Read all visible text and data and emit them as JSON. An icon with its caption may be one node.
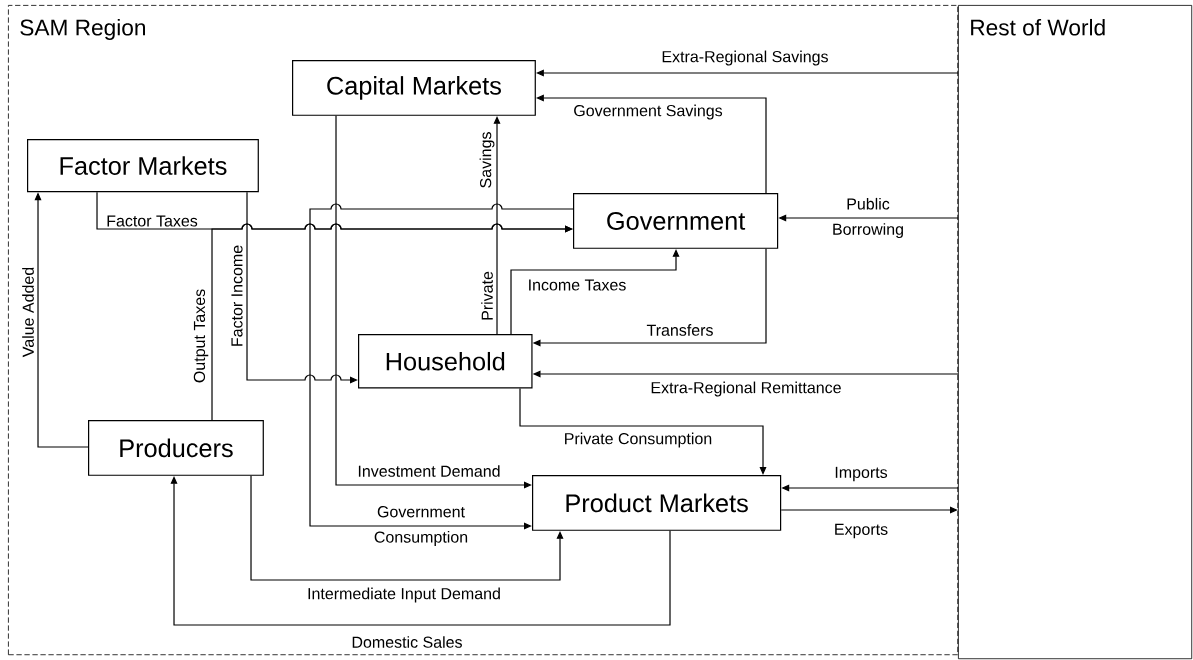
{
  "diagram": {
    "nodes": [
      {
        "text": [
          "SAM Region"
        ]
      },
      {
        "text": [
          "Rest of World"
        ]
      },
      {
        "text": [
          "Capital Markets"
        ],
        "in": 0
      },
      {
        "text": [
          "Factor Markets"
        ],
        "in": 0
      },
      {
        "text": [
          "Government"
        ],
        "in": 0
      },
      {
        "text": [
          "Household"
        ],
        "in": 0
      },
      {
        "text": [
          "Producers"
        ],
        "in": 0
      },
      {
        "text": [
          "Product Markets"
        ],
        "in": 0
      }
    ],
    "edges": [
      {
        "from": 1,
        "to": 2,
        "arrow": "to",
        "label": "Extra-Regional Savings"
      },
      {
        "from": 4,
        "to": 2,
        "arrow": "to",
        "label": "Government Savings"
      },
      {
        "from": 1,
        "to": 4,
        "arrow": "to",
        "label": "Public Borrowing"
      },
      {
        "from": 4,
        "to": 5,
        "arrow": "to",
        "label": "Transfers"
      },
      {
        "from": 1,
        "to": 5,
        "arrow": "to",
        "label": "Extra-Regional Remittance"
      },
      {
        "from": 5,
        "to": 4,
        "arrow": "to",
        "label": "Income Taxes"
      },
      {
        "from": 5,
        "to": 2,
        "arrow": "to",
        "label": "Savings"
      },
      {
        "from": 3,
        "to": 4,
        "arrow": "to",
        "label": "Factor Taxes"
      },
      {
        "from": 6,
        "to": 4,
        "arrow": "to",
        "label": "Output Taxes"
      },
      {
        "from": 3,
        "to": 5,
        "arrow": "to",
        "label": "Factor Income"
      },
      {
        "from": 6,
        "to": 3,
        "arrow": "to",
        "label": "Value Added"
      },
      {
        "from": 2,
        "to": 7,
        "arrow": "to",
        "label": "Investment Demand"
      },
      {
        "from": 4,
        "to": 7,
        "arrow": "to",
        "label": "Government Consumption"
      },
      {
        "from": 5,
        "to": 7,
        "arrow": "to",
        "label": "Private Consumption"
      },
      {
        "from": 6,
        "to": 7,
        "arrow": "to",
        "label": "Intermediate Input Demand"
      },
      {
        "from": 7,
        "to": 6,
        "arrow": "to",
        "label": "Domestic Sales"
      },
      {
        "from": 1,
        "to": 7,
        "arrow": "to",
        "label": "Imports"
      },
      {
        "from": 7,
        "to": 1,
        "arrow": "to",
        "label": "Exports"
      }
    ],
    "labels": [
      "Private"
    ]
  }
}
